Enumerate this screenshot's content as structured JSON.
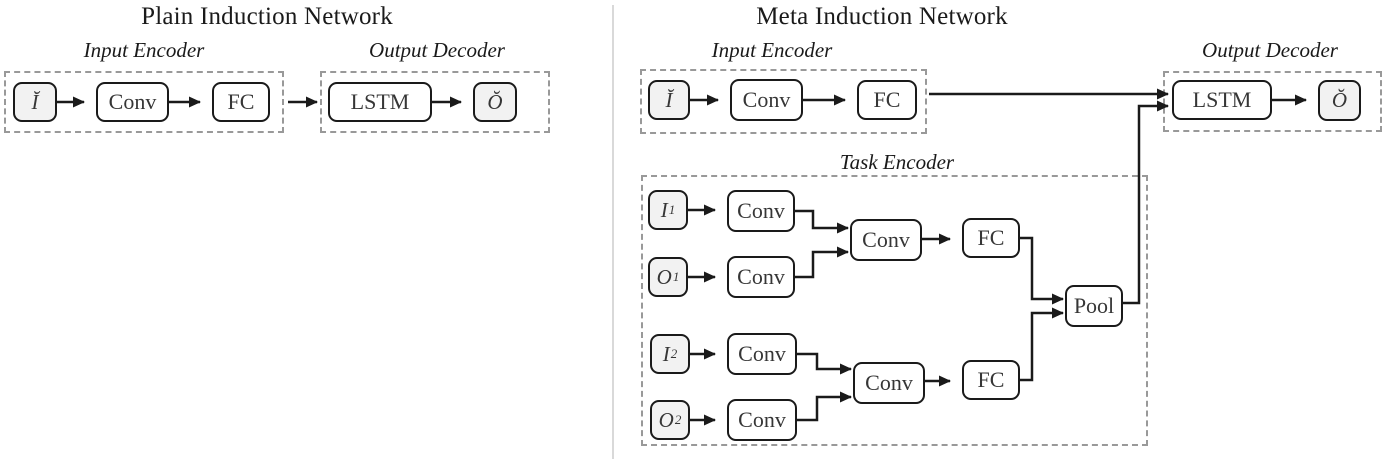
{
  "panels": {
    "plain": {
      "title": "Plain Induction Network",
      "encoder_label": "Input Encoder",
      "decoder_label": "Output Decoder",
      "nodes": {
        "i": {
          "label": "Ĭ"
        },
        "conv": {
          "label": "Conv"
        },
        "fc": {
          "label": "FC"
        },
        "lstm": {
          "label": "LSTM"
        },
        "o": {
          "label": "Ŏ"
        }
      },
      "edges": [
        {
          "from": "i",
          "to": "conv"
        },
        {
          "from": "conv",
          "to": "fc"
        },
        {
          "from": "input-encoder",
          "to": "output-decoder"
        },
        {
          "from": "lstm",
          "to": "o"
        }
      ]
    },
    "meta": {
      "title": "Meta Induction Network",
      "input_encoder_label": "Input Encoder",
      "task_encoder_label": "Task Encoder",
      "output_decoder_label": "Output Decoder",
      "nodes": {
        "i": {
          "label": "Ĭ"
        },
        "conv_in": {
          "label": "Conv"
        },
        "fc_in": {
          "label": "FC"
        },
        "i1": {
          "base": "I",
          "sub": "1"
        },
        "conv_i1": {
          "label": "Conv"
        },
        "o1": {
          "base": "O",
          "sub": "1"
        },
        "conv_o1": {
          "label": "Conv"
        },
        "conv_m1": {
          "label": "Conv"
        },
        "fc1": {
          "label": "FC"
        },
        "i2": {
          "base": "I",
          "sub": "2"
        },
        "conv_i2": {
          "label": "Conv"
        },
        "o2": {
          "base": "O",
          "sub": "2"
        },
        "conv_o2": {
          "label": "Conv"
        },
        "conv_m2": {
          "label": "Conv"
        },
        "fc2": {
          "label": "FC"
        },
        "pool": {
          "label": "Pool"
        },
        "lstm": {
          "label": "LSTM"
        },
        "o": {
          "label": "Ŏ"
        }
      },
      "edges": [
        {
          "from": "i",
          "to": "conv_in"
        },
        {
          "from": "conv_in",
          "to": "fc_in"
        },
        {
          "from": "input-encoder",
          "to": "lstm"
        },
        {
          "from": "i1",
          "to": "conv_i1"
        },
        {
          "from": "o1",
          "to": "conv_o1"
        },
        {
          "from": "conv_i1",
          "to": "conv_m1"
        },
        {
          "from": "conv_o1",
          "to": "conv_m1"
        },
        {
          "from": "conv_m1",
          "to": "fc1"
        },
        {
          "from": "fc1",
          "to": "pool"
        },
        {
          "from": "i2",
          "to": "conv_i2"
        },
        {
          "from": "o2",
          "to": "conv_o2"
        },
        {
          "from": "conv_i2",
          "to": "conv_m2"
        },
        {
          "from": "conv_o2",
          "to": "conv_m2"
        },
        {
          "from": "conv_m2",
          "to": "fc2"
        },
        {
          "from": "fc2",
          "to": "pool"
        },
        {
          "from": "pool",
          "to": "lstm"
        },
        {
          "from": "lstm",
          "to": "o"
        }
      ]
    }
  },
  "colors": {
    "box_border": "#1a1a1a",
    "io_fill": "#f2f2f2",
    "dashed_border": "#999999",
    "divider": "#d9d9d9",
    "label_text": "#363636",
    "background": "#ffffff"
  }
}
